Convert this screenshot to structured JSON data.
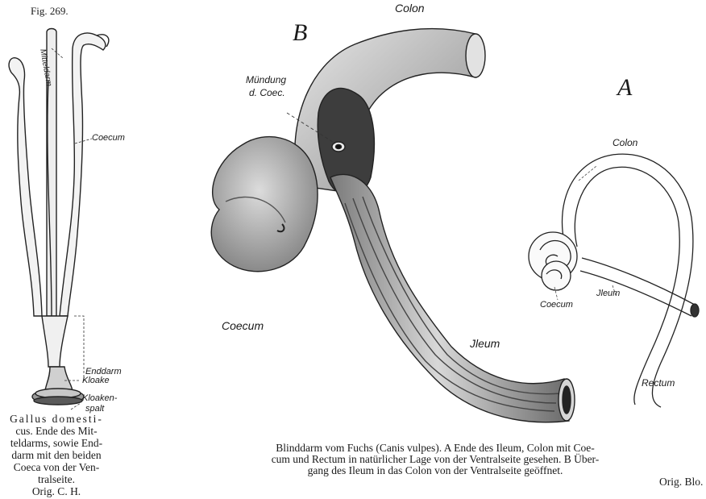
{
  "left_figure": {
    "fig_number": "Fig. 269.",
    "labels": {
      "mitteldarm": "Mitteldarm",
      "coecum": "Coecum",
      "enddarm": "Enddarm",
      "kloake": "Kloake",
      "kloakenspalt_1": "Kloaken-",
      "kloakenspalt_2": "spalt"
    },
    "caption_lines": [
      "Gallus domesti-",
      "cus.  Ende des Mit-",
      "teldarms, sowie End-",
      "darm mit den beiden",
      "Coeca von der Ven-",
      "tralseite."
    ],
    "credit": "Orig. C. H."
  },
  "right_figure": {
    "panel_b": {
      "letter": "B",
      "labels": {
        "colon": "Colon",
        "muendung_1": "Mündung",
        "muendung_2": "d. Coec.",
        "coecum": "Coecum",
        "ileum": "Jleum"
      }
    },
    "panel_a": {
      "letter": "A",
      "labels": {
        "colon": "Colon",
        "coecum": "Coecum",
        "ileum": "Jleum",
        "rectum": "Rectum"
      }
    },
    "caption_lines": [
      "Blinddarm vom Fuchs (Canis vulpes).  A Ende des Ileum,  Colon mit Coe-",
      "cum und Rectum in natürlicher Lage von der Ventralseite gesehen.  B Über-",
      "gang des Ileum in das Colon von der Ventralseite geöffnet."
    ],
    "credit": "Orig. Blo."
  }
}
